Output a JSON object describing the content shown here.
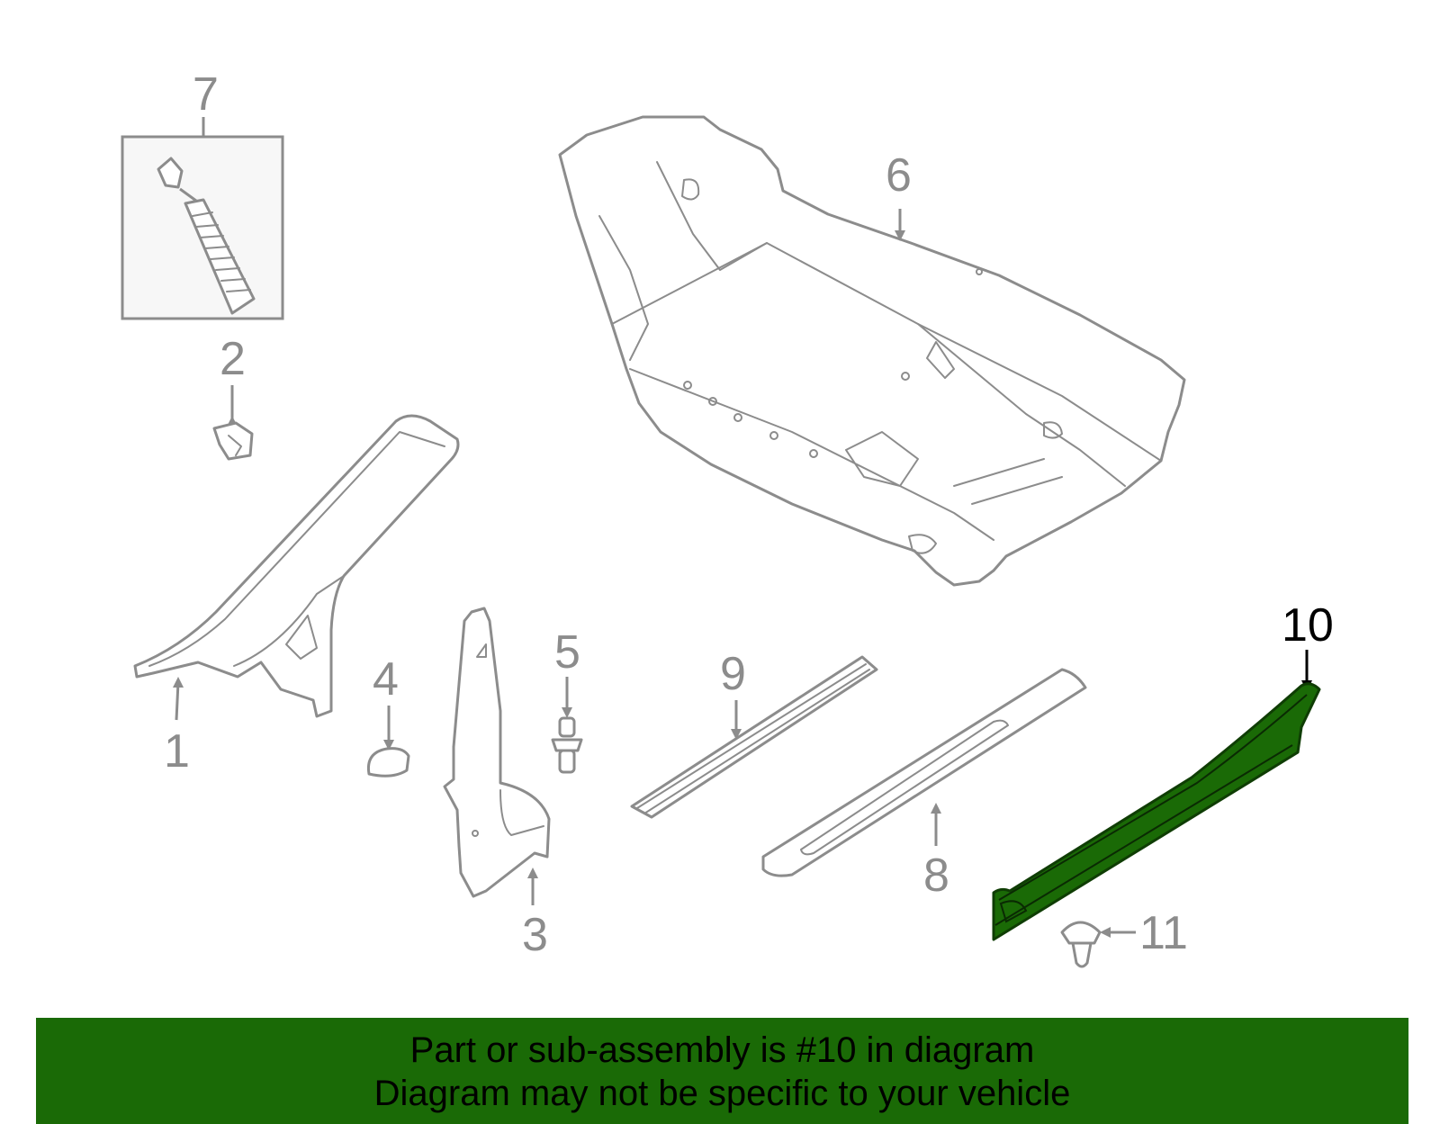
{
  "diagram": {
    "callouts": {
      "c1": "1",
      "c2": "2",
      "c3": "3",
      "c4": "4",
      "c5": "5",
      "c6": "6",
      "c7": "7",
      "c8": "8",
      "c9": "9",
      "c10": "10",
      "c11": "11"
    },
    "highlight_callout": "10",
    "colors": {
      "highlight": "#1a6a06",
      "line_art": "#8c8c8c",
      "banner": "#1a6a06"
    }
  },
  "banner": {
    "line1": "Part or sub-assembly is #10 in diagram",
    "line2": "Diagram may not be specific to your vehicle"
  }
}
